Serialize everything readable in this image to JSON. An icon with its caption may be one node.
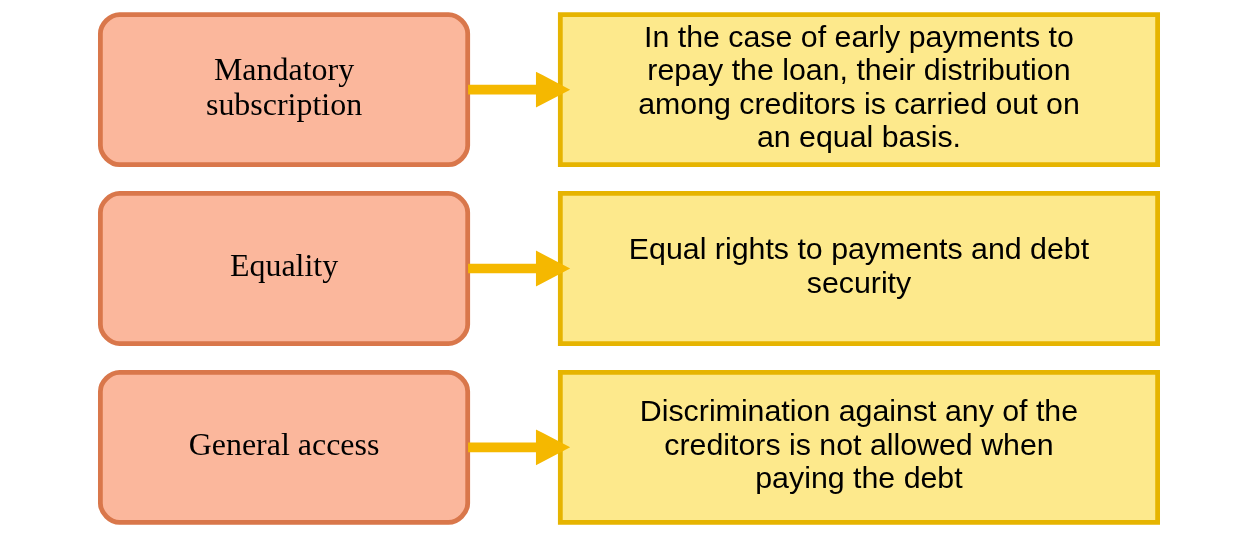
{
  "diagram": {
    "nodes": [
      {
        "text": [
          "General access"
        ]
      },
      {
        "text": [
          "Discrimination against any of the creditors is not allowed when paying the debt"
        ]
      },
      {
        "text": [
          "Equality"
        ]
      },
      {
        "text": [
          "Equal rights to payments and debt security"
        ]
      },
      {
        "text": [
          "Mandatory subscription"
        ]
      },
      {
        "text": [
          "In the case of early payments to repay the loan, their distribution among creditors is carried out on an equal basis."
        ]
      }
    ],
    "edges": [
      {
        "from": 0,
        "to": 1,
        "arrow": "to"
      },
      {
        "from": 2,
        "to": 3,
        "arrow": "to"
      },
      {
        "from": 4,
        "to": 5,
        "arrow": "to"
      }
    ]
  }
}
